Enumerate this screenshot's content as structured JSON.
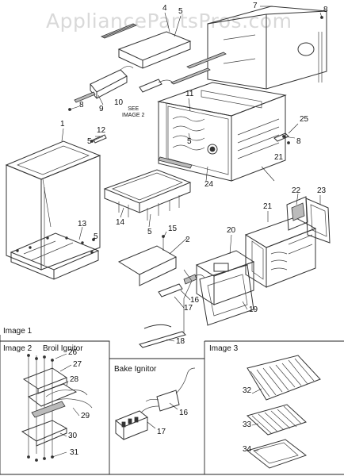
{
  "watermark": "AppliancePartsPros.com",
  "section_titles": {
    "image1": "Image 1",
    "image2": "Image 2",
    "image3": "Image 3",
    "broil_ignitor": "Broil Ignitor",
    "bake_ignitor": "Bake Ignitor"
  },
  "see_image_note": [
    "SEE",
    "IMAGE 2"
  ],
  "callouts": {
    "c1": "1",
    "c2": "2",
    "c4": "4",
    "c5a": "5",
    "c5b": "5",
    "c5c": "5",
    "c5d": "5",
    "c5e": "5",
    "c7": "7",
    "c8a": "8",
    "c8b": "8",
    "c8c": "8",
    "c9": "9",
    "c10": "10",
    "c11": "11",
    "c12": "12",
    "c13": "13",
    "c14": "14",
    "c15": "15",
    "c16a": "16",
    "c16b": "16",
    "c17a": "17",
    "c17b": "17",
    "c18": "18",
    "c19": "19",
    "c20": "20",
    "c21a": "21",
    "c21b": "21",
    "c22": "22",
    "c23": "23",
    "c24": "24",
    "c25": "25",
    "c26": "26",
    "c27": "27",
    "c28": "28",
    "c29": "29",
    "c30": "30",
    "c31": "31",
    "c32": "32",
    "c33": "33",
    "c34": "34"
  }
}
